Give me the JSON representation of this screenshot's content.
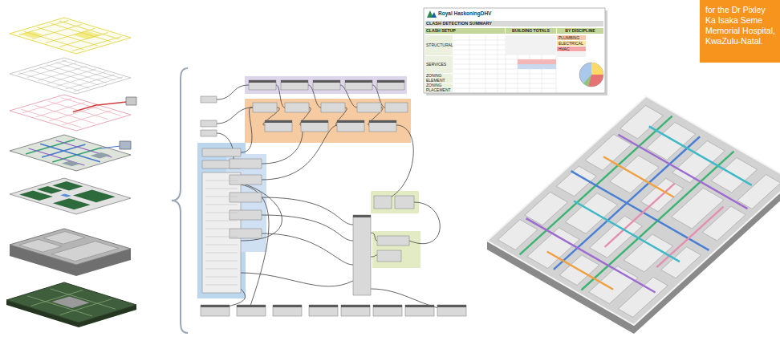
{
  "diagram": {
    "nodes": [
      {
        "text": [
          "for the Dr Pixley Ka Isaka Seme Memorial Hospital, KwaZulu-Natal."
        ]
      }
    ],
    "labels": [
      "Royal HaskoningDHV",
      "CLASH DETECTION SUMMARY",
      "CLASH SETUP",
      "BUILDING TOTALS",
      "BY DISCIPLINE",
      "STRUCTURAL",
      "SERVICES",
      "ZONING ELEMENT",
      "ZONING PLACEMENT"
    ],
    "legend": [
      {
        "text": "PLUMBING",
        "color": "#f8cbad"
      },
      {
        "text": "ELECTRICAL",
        "color": "#ffe699"
      },
      {
        "text": "HVAC",
        "color": "#f4a7a7"
      }
    ]
  }
}
